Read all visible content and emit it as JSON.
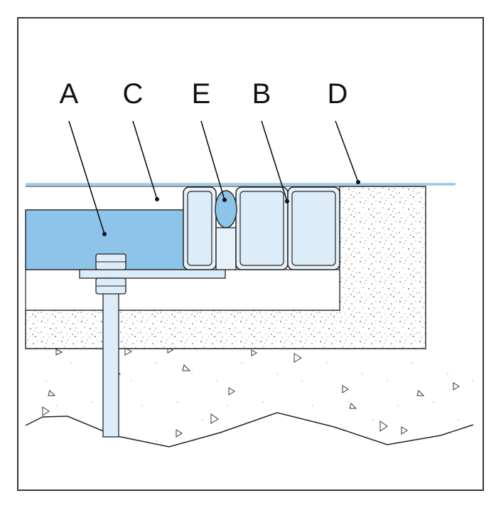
{
  "labels": {
    "a": "A",
    "b": "B",
    "c": "C",
    "d": "D",
    "e": "E"
  },
  "colors": {
    "water_blue": "#8ec3ea",
    "light_blue": "#dcecf8",
    "pale_blue": "#e6f1fa",
    "line_blue": "#9cc8e8",
    "concrete_fill": "#ffffff",
    "speckle": "#555555",
    "outline": "#222222"
  },
  "icons": [
    "bolt-icon",
    "nut-icon",
    "gasket-icon"
  ]
}
